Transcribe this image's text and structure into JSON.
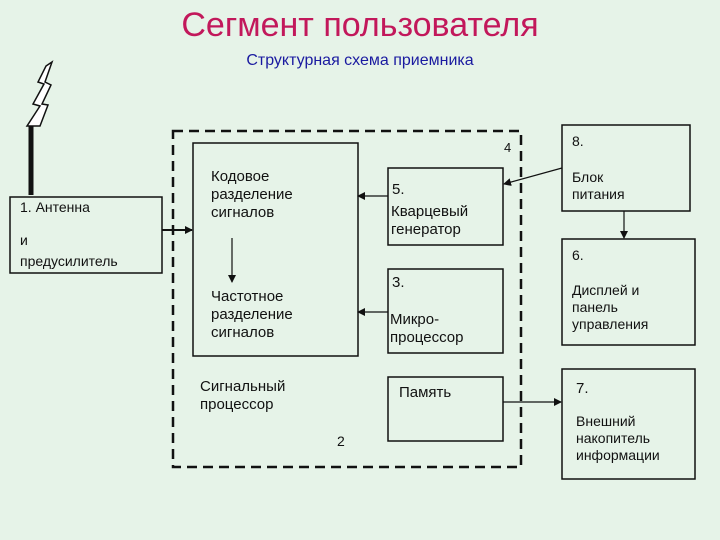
{
  "title": "Сегмент пользователя",
  "subtitle": "Структурная схема приемника",
  "colors": {
    "title": "#c2185b",
    "subtitle": "#1a1aa0",
    "background": "#e6f3e8",
    "box_border": "#111111"
  },
  "antenna": {
    "icon": "antenna-icon"
  },
  "blocks": {
    "antenna_label_1": "1. Антенна",
    "antenna_label_2": "и",
    "antenna_label_3": "предусилитель",
    "code_sep": "Кодовое\nразделение\nсигналов",
    "freq_sep": "Частотное\nразделение\nсигналов",
    "osc_num": "5.",
    "osc_label": "Кварцевый\nгенератор",
    "micro_num": "3.",
    "micro_label": "Микро-\nпроцессор",
    "memory": "Память",
    "signal_proc": "Сигнальный\nпроцессор",
    "num_4": "4",
    "num_2": "2",
    "power_num": "8.",
    "power_label": "Блок\nпитания",
    "display_num": "6.",
    "display_label": "Дисплей и\nпанель\nуправления",
    "storage_num": "7.",
    "storage_label": "Внешний\nнакопитель\nинформации"
  }
}
